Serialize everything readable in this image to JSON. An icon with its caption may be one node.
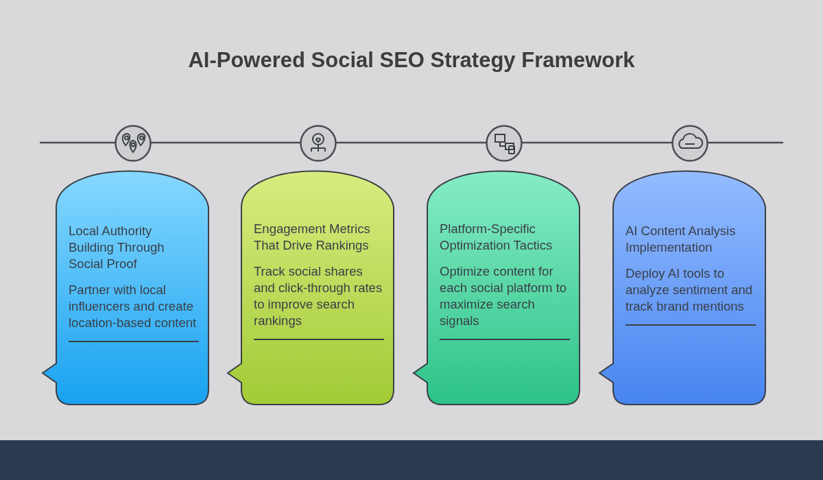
{
  "diagram": {
    "title": "AI-Powered Social SEO Strategy Framework",
    "nodes": [
      {
        "text": [
          "Local Authority Building Through Social Proof",
          "Partner with local influencers and create location-based content"
        ]
      },
      {
        "text": [
          "Engagement Metrics That Drive Rankings",
          "Track social shares and click-through rates to improve search rankings"
        ]
      },
      {
        "text": [
          "Platform-Specific Optimization Tactics",
          "Optimize content for each social platform to maximize search signals"
        ]
      },
      {
        "text": [
          "AI Content Analysis Implementation",
          "Deploy AI tools to analyze sentiment and track brand mentions"
        ]
      }
    ]
  }
}
